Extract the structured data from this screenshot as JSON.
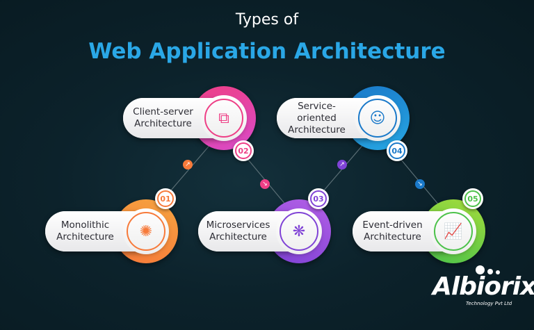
{
  "heading": {
    "line1": "Types of",
    "line2": "Web Application Architecture"
  },
  "nodes": [
    {
      "number": "01",
      "label": [
        "Monolithic",
        "Architecture"
      ],
      "icon": "network-hub-icon",
      "glyph": "✺",
      "color": "#f77a3a",
      "color2": "#f5a340"
    },
    {
      "number": "02",
      "label": [
        "Client-server",
        "Architecture"
      ],
      "icon": "client-server-icon",
      "glyph": "⧉",
      "color": "#ee3f86",
      "color2": "#d94bc9"
    },
    {
      "number": "03",
      "label": [
        "Microservices",
        "Architecture"
      ],
      "icon": "microservices-icon",
      "glyph": "❋",
      "color": "#8043d6",
      "color2": "#b35fe6"
    },
    {
      "number": "04",
      "label": [
        "Service-",
        "oriented",
        "Architecture"
      ],
      "icon": "service-user-icon",
      "glyph": "☺",
      "color": "#1a79c9",
      "color2": "#27a7e3"
    },
    {
      "number": "05",
      "label": [
        "Event-driven",
        "Architecture"
      ],
      "icon": "growth-chart-icon",
      "glyph": "📈",
      "color": "#4cc24a",
      "color2": "#a4dc3c"
    }
  ],
  "logo": {
    "name": "Albiorix",
    "tagline": "Technology Pvt Ltd"
  }
}
